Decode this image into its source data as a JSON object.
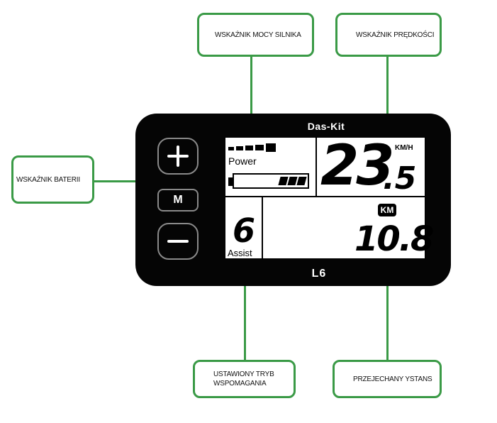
{
  "callouts": {
    "power": "WSKAŹNIK MOCY SILNIKA",
    "speed": "WSKAŹNIK PRĘDKOŚCI",
    "battery": "WSKAŹNIK BATERII",
    "assist": "USTAWIONY TRYB WSPOMAGANIA",
    "distance": "PRZEJECHANY YSTANS"
  },
  "device": {
    "brand": "Das-Kit",
    "model": "L6",
    "button_mode": "M",
    "power_label": "Power",
    "speed_main": "23",
    "speed_decimal": ".5",
    "speed_unit": "KM/H",
    "distance_unit": "KM",
    "distance_value": "10.8",
    "assist_level": "6",
    "assist_label": "Assist"
  },
  "colors": {
    "accent": "#3a9a46",
    "device": "#050505",
    "screen": "#ffffff"
  }
}
